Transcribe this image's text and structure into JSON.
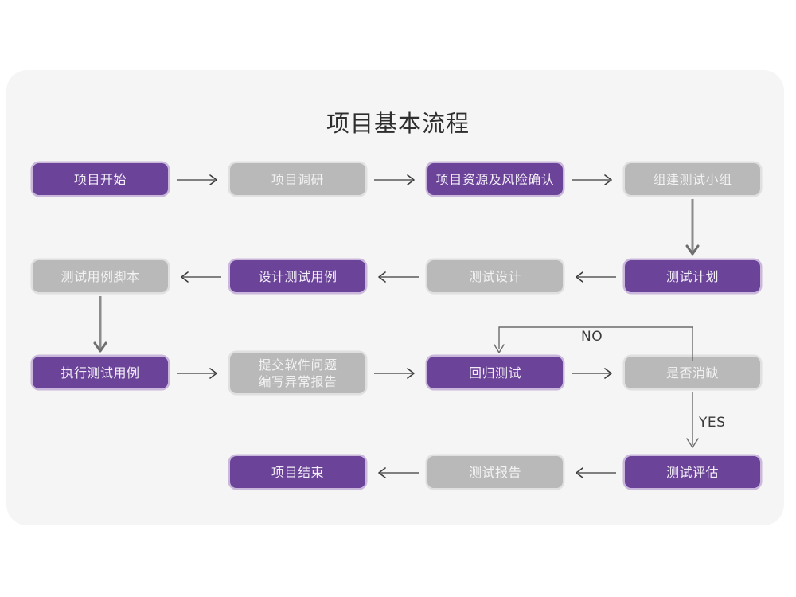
{
  "page": {
    "title": "项目基本流程",
    "background_color": "#ffffff",
    "panel_color": "#f5f5f5"
  },
  "colors": {
    "accent_purple": "#6b4399",
    "muted_gray": "#b9b9b9",
    "node_text": "#f2eef7",
    "connector": "#5a5a5a",
    "title_text": "#2e2e2e"
  },
  "chart_data": {
    "type": "diagram",
    "title": "项目基本流程",
    "nodes": [
      {
        "id": "n1",
        "label": "项目开始",
        "style": "purple",
        "row": 1,
        "col": 1
      },
      {
        "id": "n2",
        "label": "项目调研",
        "style": "gray",
        "row": 1,
        "col": 2
      },
      {
        "id": "n3",
        "label": "项目资源及风险确认",
        "style": "purple",
        "row": 1,
        "col": 3
      },
      {
        "id": "n4",
        "label": "组建测试小组",
        "style": "gray",
        "row": 1,
        "col": 4
      },
      {
        "id": "n5",
        "label": "测试计划",
        "style": "purple",
        "row": 2,
        "col": 4
      },
      {
        "id": "n6",
        "label": "测试设计",
        "style": "gray",
        "row": 2,
        "col": 3
      },
      {
        "id": "n7",
        "label": "设计测试用例",
        "style": "purple",
        "row": 2,
        "col": 2
      },
      {
        "id": "n8",
        "label": "测试用例脚本",
        "style": "gray",
        "row": 2,
        "col": 1
      },
      {
        "id": "n9",
        "label": "执行测试用例",
        "style": "purple",
        "row": 3,
        "col": 1
      },
      {
        "id": "n10",
        "label": "提交软件问题\n编写异常报告",
        "label_line1": "提交软件问题",
        "label_line2": "编写异常报告",
        "style": "gray",
        "row": 3,
        "col": 2
      },
      {
        "id": "n11",
        "label": "回归测试",
        "style": "purple",
        "row": 3,
        "col": 3
      },
      {
        "id": "n12",
        "label": "是否消缺",
        "style": "gray",
        "row": 3,
        "col": 4
      },
      {
        "id": "n13",
        "label": "测试评估",
        "style": "purple",
        "row": 4,
        "col": 4
      },
      {
        "id": "n14",
        "label": "测试报告",
        "style": "gray",
        "row": 4,
        "col": 3
      },
      {
        "id": "n15",
        "label": "项目结束",
        "style": "purple",
        "row": 4,
        "col": 2
      }
    ],
    "edges": [
      {
        "from": "n1",
        "to": "n2",
        "label": "",
        "direction": "right"
      },
      {
        "from": "n2",
        "to": "n3",
        "label": "",
        "direction": "right"
      },
      {
        "from": "n3",
        "to": "n4",
        "label": "",
        "direction": "right"
      },
      {
        "from": "n4",
        "to": "n5",
        "label": "",
        "direction": "down"
      },
      {
        "from": "n5",
        "to": "n6",
        "label": "",
        "direction": "left"
      },
      {
        "from": "n6",
        "to": "n7",
        "label": "",
        "direction": "left"
      },
      {
        "from": "n7",
        "to": "n8",
        "label": "",
        "direction": "left"
      },
      {
        "from": "n8",
        "to": "n9",
        "label": "",
        "direction": "down"
      },
      {
        "from": "n9",
        "to": "n10",
        "label": "",
        "direction": "right"
      },
      {
        "from": "n10",
        "to": "n11",
        "label": "",
        "direction": "right"
      },
      {
        "from": "n11",
        "to": "n12",
        "label": "",
        "direction": "right"
      },
      {
        "from": "n12",
        "to": "n11",
        "label": "NO",
        "direction": "up-over-down"
      },
      {
        "from": "n12",
        "to": "n13",
        "label": "YES",
        "direction": "down"
      },
      {
        "from": "n13",
        "to": "n14",
        "label": "",
        "direction": "left"
      },
      {
        "from": "n14",
        "to": "n15",
        "label": "",
        "direction": "left"
      }
    ],
    "edge_labels": {
      "no": "NO",
      "yes": "YES"
    }
  }
}
